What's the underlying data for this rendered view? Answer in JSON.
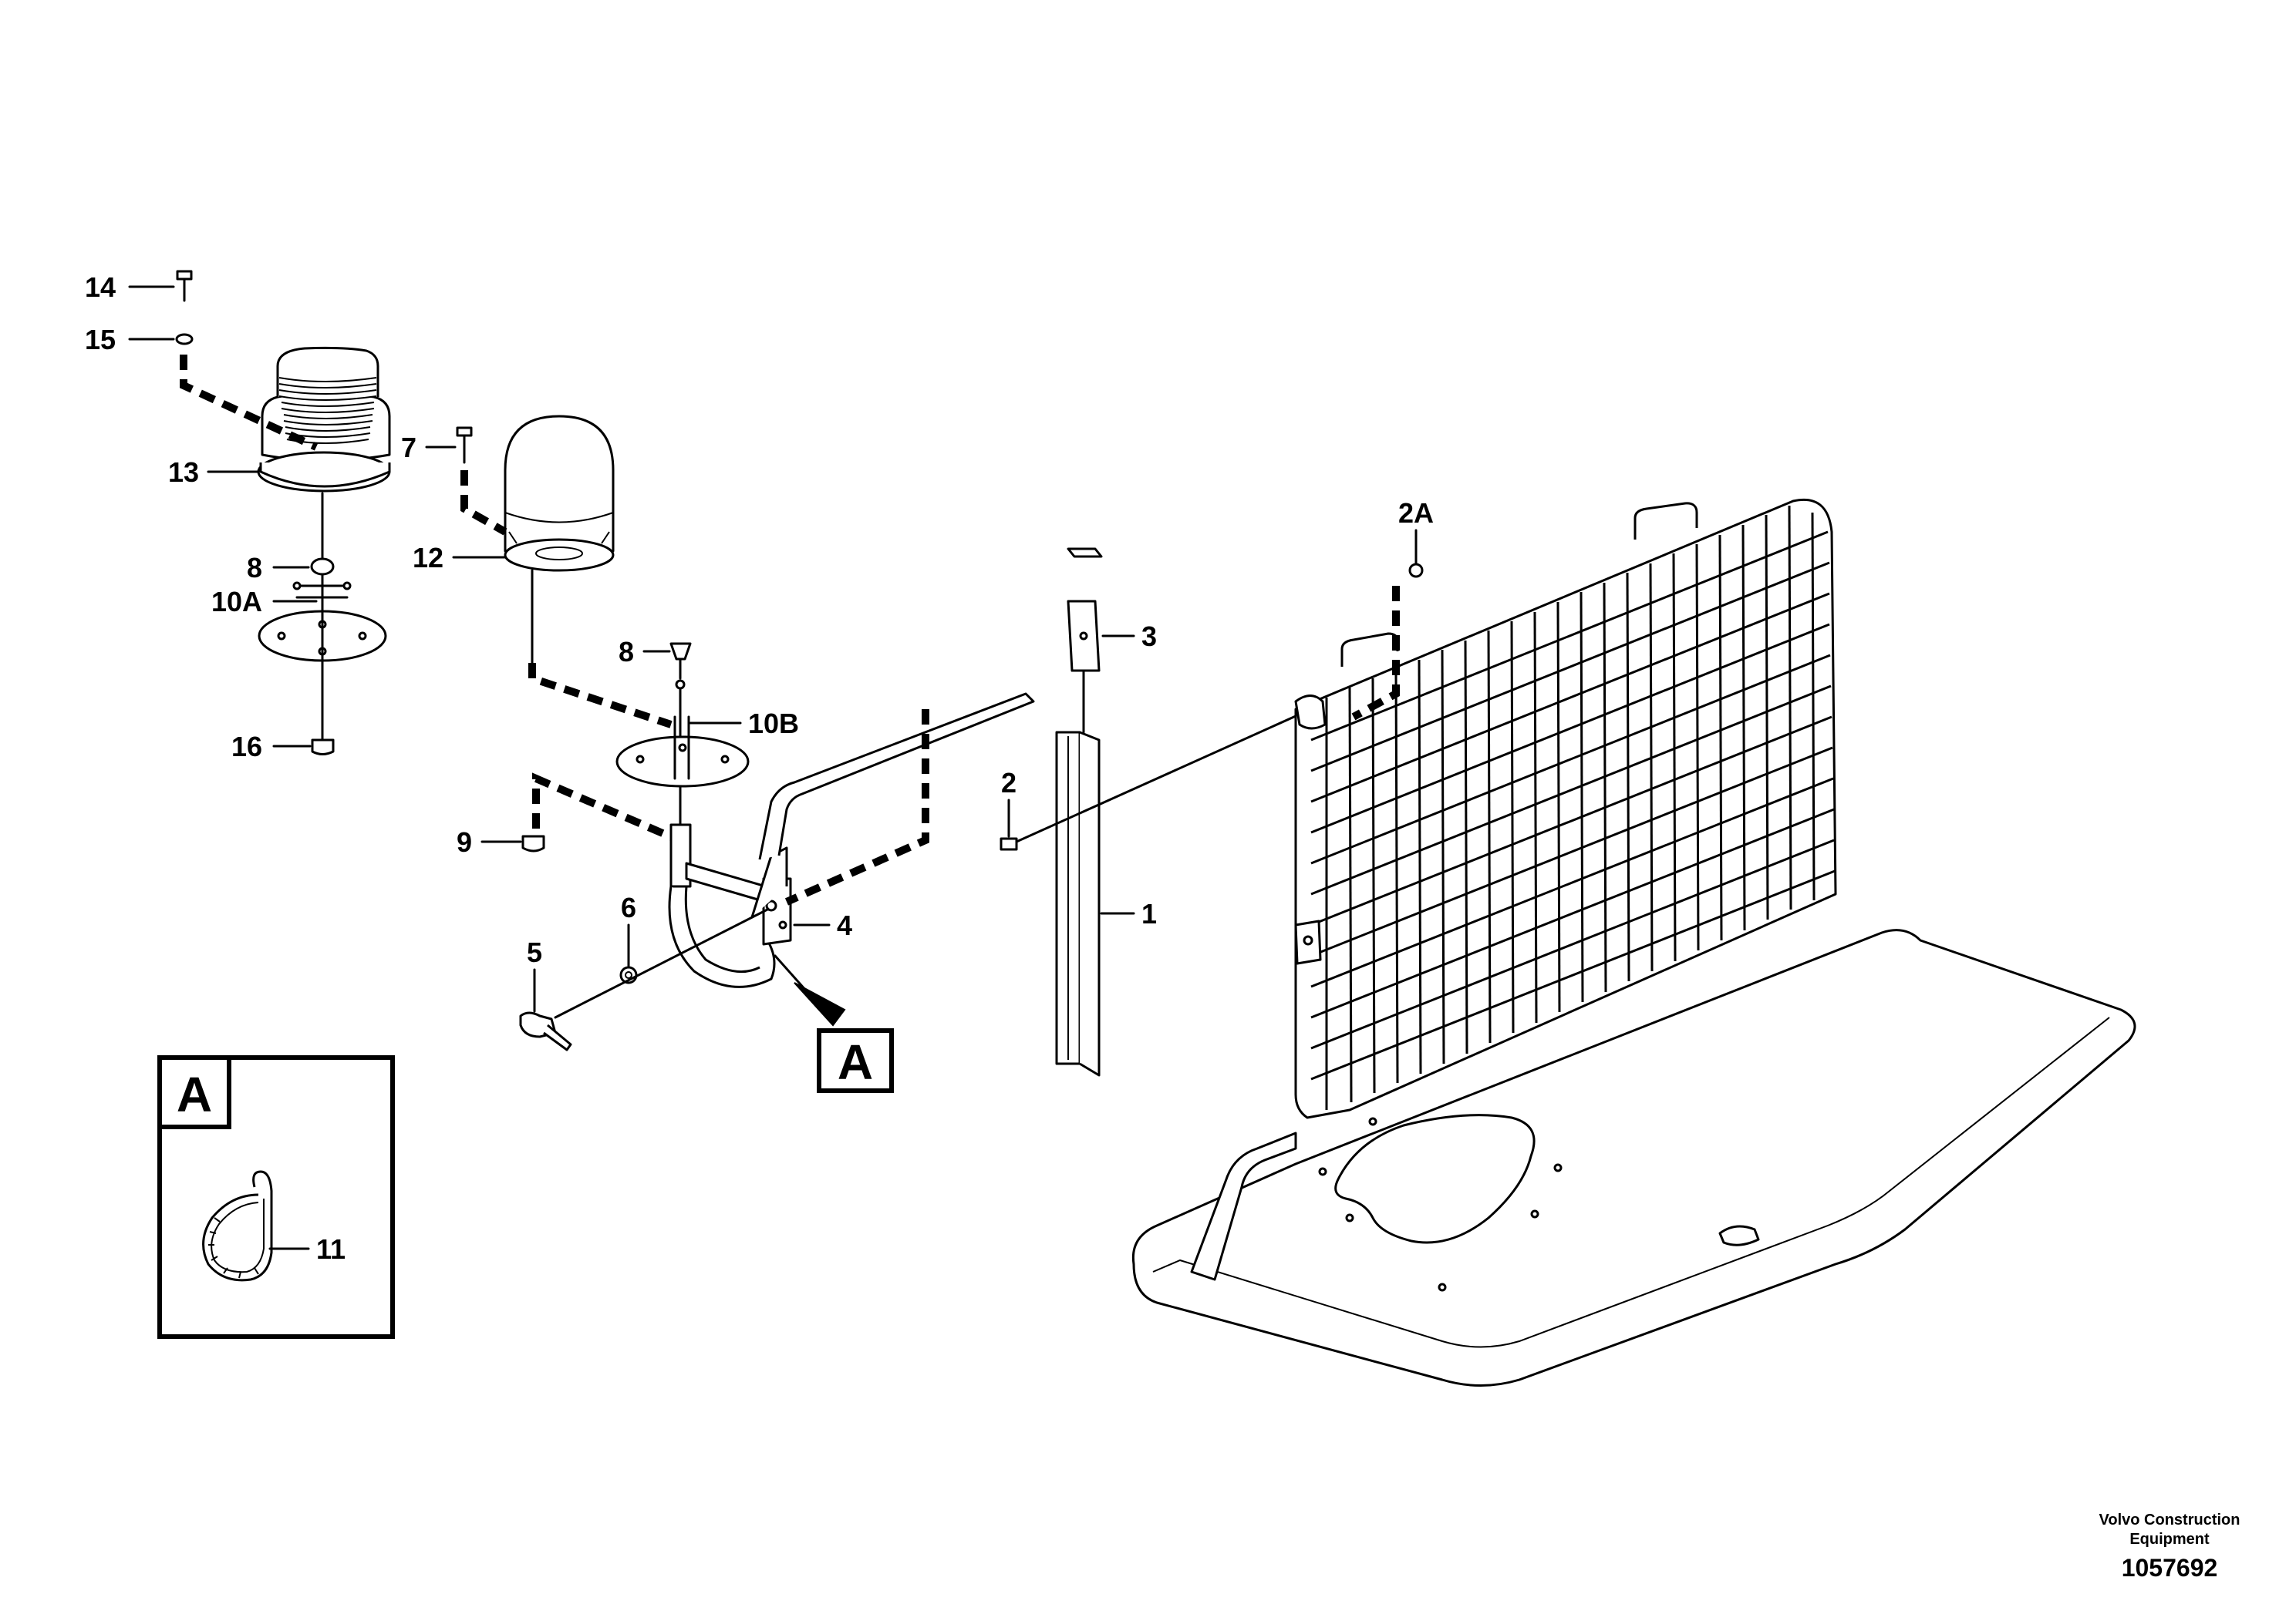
{
  "callouts": {
    "p14": "14",
    "p15": "15",
    "p13": "13",
    "p7": "7",
    "p12": "12",
    "p8a": "8",
    "p10a": "10A",
    "p16": "16",
    "p8b": "8",
    "p10b": "10B",
    "p9": "9",
    "p6": "6",
    "p5": "5",
    "p4": "4",
    "p3": "3",
    "p2": "2",
    "p1": "1",
    "p2a": "2A",
    "p11": "11"
  },
  "detail": {
    "marker": "A",
    "inset_label": "A"
  },
  "footer": {
    "company_line1": "Volvo Construction",
    "company_line2": "Equipment",
    "document_number": "1057692"
  }
}
